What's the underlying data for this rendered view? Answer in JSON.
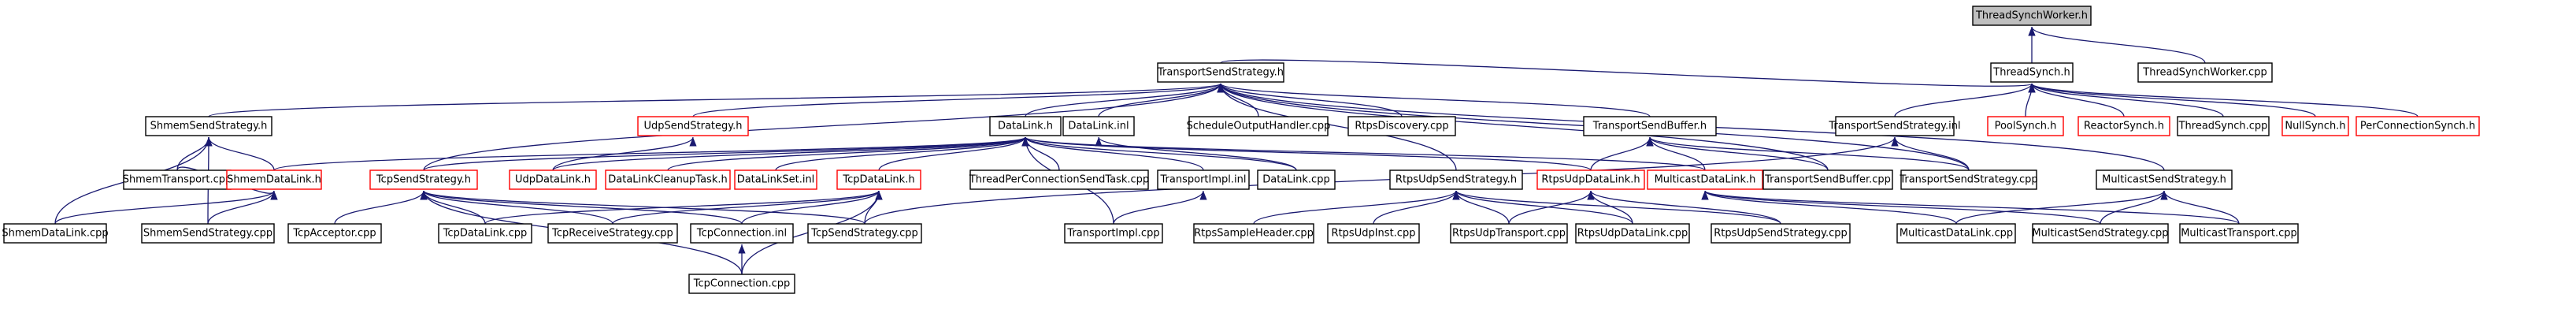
{
  "graph": {
    "root": "ThreadSynchWorker.h",
    "nodes": [
      {
        "id": "tswh",
        "label": "ThreadSynchWorker.h",
        "color": "root"
      },
      {
        "id": "tsh",
        "label": "ThreadSynch.h",
        "color": "black"
      },
      {
        "id": "tswcpp",
        "label": "ThreadSynchWorker.cpp",
        "color": "black"
      },
      {
        "id": "tss",
        "label": "TransportSendStrategy.h",
        "color": "black"
      },
      {
        "id": "tssinl",
        "label": "TransportSendStrategy.inl",
        "color": "black"
      },
      {
        "id": "poolsynch",
        "label": "PoolSynch.h",
        "color": "red"
      },
      {
        "id": "reactorsynch",
        "label": "ReactorSynch.h",
        "color": "red"
      },
      {
        "id": "threadsynchcpp",
        "label": "ThreadSynch.cpp",
        "color": "black"
      },
      {
        "id": "nullsynch",
        "label": "NullSynch.h",
        "color": "red"
      },
      {
        "id": "perconn",
        "label": "PerConnectionSynch.h",
        "color": "red"
      },
      {
        "id": "shmemss",
        "label": "ShmemSendStrategy.h",
        "color": "black"
      },
      {
        "id": "udpss",
        "label": "UdpSendStrategy.h",
        "color": "red"
      },
      {
        "id": "datalinkh",
        "label": "DataLink.h",
        "color": "black"
      },
      {
        "id": "datalinkinl",
        "label": "DataLink.inl",
        "color": "black"
      },
      {
        "id": "schedout",
        "label": "ScheduleOutputHandler.cpp",
        "color": "black"
      },
      {
        "id": "rtpsdisc",
        "label": "RtpsDiscovery.cpp",
        "color": "black"
      },
      {
        "id": "tsbh",
        "label": "TransportSendBuffer.h",
        "color": "black"
      },
      {
        "id": "shmemtransport",
        "label": "ShmemTransport.cpp",
        "color": "black"
      },
      {
        "id": "shmemdlh",
        "label": "ShmemDataLink.h",
        "color": "red"
      },
      {
        "id": "tcpssh",
        "label": "TcpSendStrategy.h",
        "color": "red"
      },
      {
        "id": "udpdlh",
        "label": "UdpDataLink.h",
        "color": "red"
      },
      {
        "id": "dlcleanup",
        "label": "DataLinkCleanupTask.h",
        "color": "red"
      },
      {
        "id": "dlsetinl",
        "label": "DataLinkSet.inl",
        "color": "red"
      },
      {
        "id": "tcpdlh",
        "label": "TcpDataLink.h",
        "color": "red"
      },
      {
        "id": "tpcst",
        "label": "ThreadPerConnectionSendTask.cpp",
        "color": "black"
      },
      {
        "id": "timplinl",
        "label": "TransportImpl.inl",
        "color": "black"
      },
      {
        "id": "datalinkcpp",
        "label": "DataLink.cpp",
        "color": "black"
      },
      {
        "id": "rtpsudpssh",
        "label": "RtpsUdpSendStrategy.h",
        "color": "black"
      },
      {
        "id": "rtpsudpdlh",
        "label": "RtpsUdpDataLink.h",
        "color": "red"
      },
      {
        "id": "mcdlh",
        "label": "MulticastDataLink.h",
        "color": "red"
      },
      {
        "id": "tsbcpp",
        "label": "TransportSendBuffer.cpp",
        "color": "black"
      },
      {
        "id": "tsscpp",
        "label": "TransportSendStrategy.cpp",
        "color": "black"
      },
      {
        "id": "mcssh",
        "label": "MulticastSendStrategy.h",
        "color": "black"
      },
      {
        "id": "shmemdlcpp",
        "label": "ShmemDataLink.cpp",
        "color": "black"
      },
      {
        "id": "shmemsscpp",
        "label": "ShmemSendStrategy.cpp",
        "color": "black"
      },
      {
        "id": "tcpacceptor",
        "label": "TcpAcceptor.cpp",
        "color": "black"
      },
      {
        "id": "tcpdlcpp",
        "label": "TcpDataLink.cpp",
        "color": "black"
      },
      {
        "id": "tcprecv",
        "label": "TcpReceiveStrategy.cpp",
        "color": "black"
      },
      {
        "id": "tcpconninl",
        "label": "TcpConnection.inl",
        "color": "black"
      },
      {
        "id": "tcpsscpp",
        "label": "TcpSendStrategy.cpp",
        "color": "black"
      },
      {
        "id": "timplcpp",
        "label": "TransportImpl.cpp",
        "color": "black"
      },
      {
        "id": "rtpssample",
        "label": "RtpsSampleHeader.cpp",
        "color": "black"
      },
      {
        "id": "rtpsinst",
        "label": "RtpsUdpInst.cpp",
        "color": "black"
      },
      {
        "id": "rtpstransport",
        "label": "RtpsUdpTransport.cpp",
        "color": "black"
      },
      {
        "id": "rtpsdlcpp",
        "label": "RtpsUdpDataLink.cpp",
        "color": "black"
      },
      {
        "id": "rtpssscpp",
        "label": "RtpsUdpSendStrategy.cpp",
        "color": "black"
      },
      {
        "id": "mcdlcpp",
        "label": "MulticastDataLink.cpp",
        "color": "black"
      },
      {
        "id": "mcsscpp",
        "label": "MulticastSendStrategy.cpp",
        "color": "black"
      },
      {
        "id": "mctransport",
        "label": "MulticastTransport.cpp",
        "color": "black"
      },
      {
        "id": "tcpconncpp",
        "label": "TcpConnection.cpp",
        "color": "black"
      }
    ],
    "edges": [
      [
        "tsh",
        "tswh"
      ],
      [
        "tswcpp",
        "tswh"
      ],
      [
        "tss",
        "tsh"
      ],
      [
        "tssinl",
        "tsh"
      ],
      [
        "poolsynch",
        "tsh"
      ],
      [
        "reactorsynch",
        "tsh"
      ],
      [
        "threadsynchcpp",
        "tsh"
      ],
      [
        "nullsynch",
        "tsh"
      ],
      [
        "perconn",
        "tsh"
      ],
      [
        "shmemss",
        "tss"
      ],
      [
        "udpss",
        "tss"
      ],
      [
        "datalinkh",
        "tss"
      ],
      [
        "datalinkinl",
        "tss"
      ],
      [
        "schedout",
        "tss"
      ],
      [
        "rtpsdisc",
        "tss"
      ],
      [
        "tsbh",
        "tss"
      ],
      [
        "tcpssh",
        "tss"
      ],
      [
        "rtpsudpssh",
        "tss"
      ],
      [
        "mcssh",
        "tss"
      ],
      [
        "tsscpp",
        "tss"
      ],
      [
        "tsbcpp",
        "tss"
      ],
      [
        "shmemtransport",
        "shmemss"
      ],
      [
        "shmemdlh",
        "shmemss"
      ],
      [
        "shmemsscpp",
        "shmemss"
      ],
      [
        "shmemdlcpp",
        "shmemss"
      ],
      [
        "udpdlh",
        "udpss"
      ],
      [
        "shmemdlh",
        "datalinkh"
      ],
      [
        "tcpssh",
        "datalinkh"
      ],
      [
        "udpdlh",
        "datalinkh"
      ],
      [
        "dlcleanup",
        "datalinkh"
      ],
      [
        "dlsetinl",
        "datalinkh"
      ],
      [
        "tcpdlh",
        "datalinkh"
      ],
      [
        "tpcst",
        "datalinkh"
      ],
      [
        "timplinl",
        "datalinkh"
      ],
      [
        "datalinkcpp",
        "datalinkh"
      ],
      [
        "rtpsudpdlh",
        "datalinkh"
      ],
      [
        "mcdlh",
        "datalinkh"
      ],
      [
        "timplcpp",
        "datalinkh"
      ],
      [
        "datalinkcpp",
        "datalinkinl"
      ],
      [
        "tsbcpp",
        "tsbh"
      ],
      [
        "rtpsudpdlh",
        "tsbh"
      ],
      [
        "mcdlh",
        "tsbh"
      ],
      [
        "tsscpp",
        "tsbh"
      ],
      [
        "tsscpp",
        "tssinl"
      ],
      [
        "tcpsscpp",
        "tssinl"
      ],
      [
        "shmemdlcpp",
        "shmemdlh"
      ],
      [
        "shmemsscpp",
        "shmemdlh"
      ],
      [
        "shmemtransport",
        "shmemdlh"
      ],
      [
        "tcpacceptor",
        "tcpssh"
      ],
      [
        "tcpdlcpp",
        "tcpssh"
      ],
      [
        "tcprecv",
        "tcpssh"
      ],
      [
        "tcpconninl",
        "tcpssh"
      ],
      [
        "tcpsscpp",
        "tcpssh"
      ],
      [
        "tcpconncpp",
        "tcpssh"
      ],
      [
        "tcpdlcpp",
        "tcpdlh"
      ],
      [
        "tcprecv",
        "tcpdlh"
      ],
      [
        "tcpconninl",
        "tcpdlh"
      ],
      [
        "tcpsscpp",
        "tcpdlh"
      ],
      [
        "tcpconncpp",
        "tcpdlh"
      ],
      [
        "tcpconncpp",
        "tcpconninl"
      ],
      [
        "timplcpp",
        "timplinl"
      ],
      [
        "rtpssample",
        "rtpsudpssh"
      ],
      [
        "rtpsinst",
        "rtpsudpssh"
      ],
      [
        "rtpstransport",
        "rtpsudpssh"
      ],
      [
        "rtpsdlcpp",
        "rtpsudpssh"
      ],
      [
        "rtpssscpp",
        "rtpsudpssh"
      ],
      [
        "rtpstransport",
        "rtpsudpdlh"
      ],
      [
        "rtpsdlcpp",
        "rtpsudpdlh"
      ],
      [
        "rtpssscpp",
        "rtpsudpdlh"
      ],
      [
        "mcdlcpp",
        "mcdlh"
      ],
      [
        "mcsscpp",
        "mcdlh"
      ],
      [
        "mctransport",
        "mcdlh"
      ],
      [
        "mcdlcpp",
        "mcssh"
      ],
      [
        "mcsscpp",
        "mcssh"
      ],
      [
        "mctransport",
        "mcssh"
      ]
    ]
  }
}
